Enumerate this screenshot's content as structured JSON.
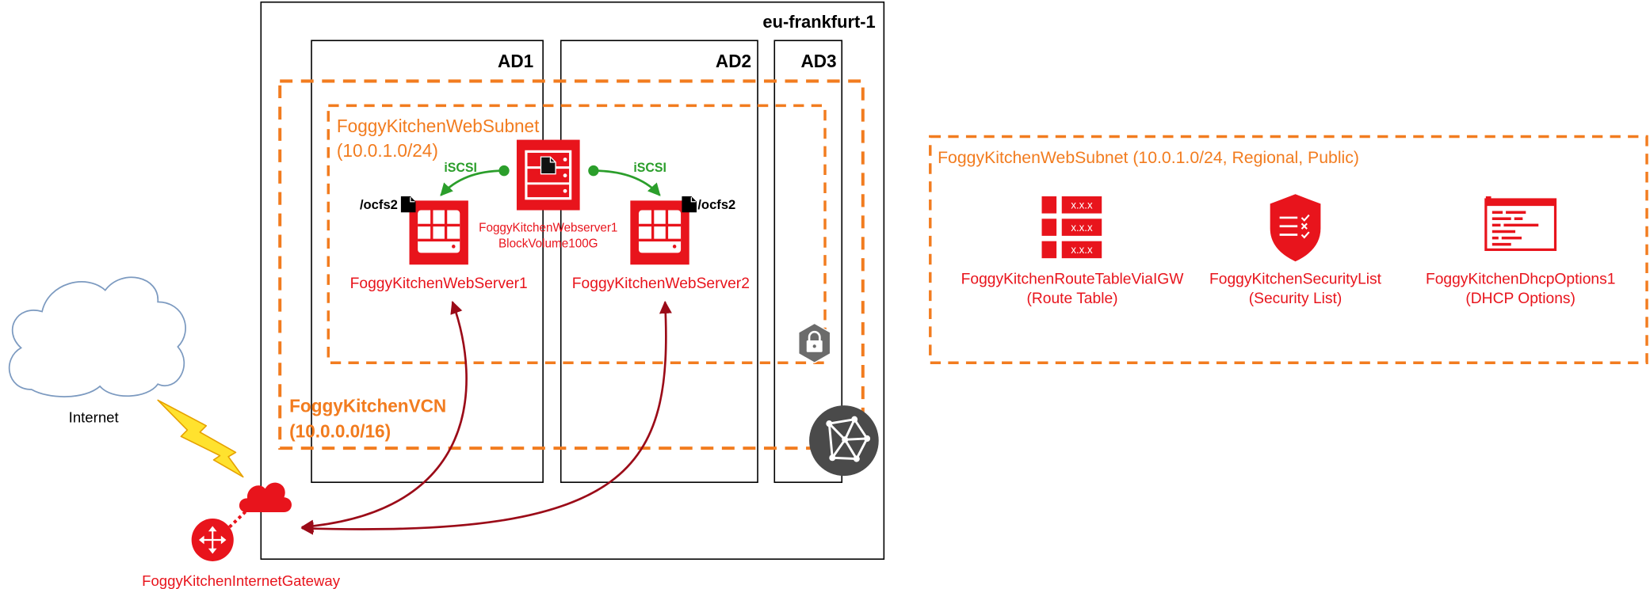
{
  "region": {
    "name": "eu-frankfurt-1"
  },
  "availability_domains": [
    {
      "label": "AD1"
    },
    {
      "label": "AD2"
    },
    {
      "label": "AD3"
    }
  ],
  "vcn": {
    "name": "FoggyKitchenVCN",
    "cidr": "(10.0.0.0/16)",
    "icon": "vcn-icon"
  },
  "subnet": {
    "name": "FoggyKitchenWebSubnet",
    "cidr": "(10.0.1.0/24)",
    "icon": "lock-shield-icon"
  },
  "block_volume": {
    "name": "FoggyKitchenWebserver1",
    "volume": "BlockVolume100G",
    "icon": "block-volume-icon"
  },
  "servers": [
    {
      "name": "FoggyKitchenWebServer1",
      "mount": "/ocfs2",
      "attach_protocol": "iSCSI",
      "icon": "compute-instance-icon"
    },
    {
      "name": "FoggyKitchenWebServer2",
      "mount": "/ocfs2",
      "attach_protocol": "iSCSI",
      "icon": "compute-instance-icon"
    }
  ],
  "internet": {
    "label": "Internet",
    "icon": "cloud-icon",
    "link_icon": "lightning-icon"
  },
  "internet_gateway": {
    "name": "FoggyKitchenInternetGateway",
    "icon": "internet-gateway-icon"
  },
  "subnet_details": {
    "title": "FoggyKitchenWebSubnet (10.0.1.0/24, Regional, Public)",
    "items": [
      {
        "name": "FoggyKitchenRouteTableViaIGW",
        "kind": "(Route Table)",
        "icon": "route-table-icon",
        "entries": [
          "x.x.x",
          "x.x.x",
          "x.x.x"
        ]
      },
      {
        "name": "FoggyKitchenSecurityList",
        "kind": "(Security List)",
        "icon": "security-list-icon"
      },
      {
        "name": "FoggyKitchenDhcpOptions1",
        "kind": "(DHCP Options)",
        "icon": "dhcp-options-icon"
      }
    ]
  },
  "colors": {
    "oracle_red": "#e8141c",
    "orange": "#f27c1f",
    "green": "#2b9e2b",
    "dark_red": "#9b0b18",
    "vcn_gray": "#4a4a4a",
    "lock_gray": "#6b6b6b",
    "cloud_stroke": "#7c9ac0",
    "bolt_fill": "#ffe22e",
    "bolt_stroke": "#e6a100"
  }
}
